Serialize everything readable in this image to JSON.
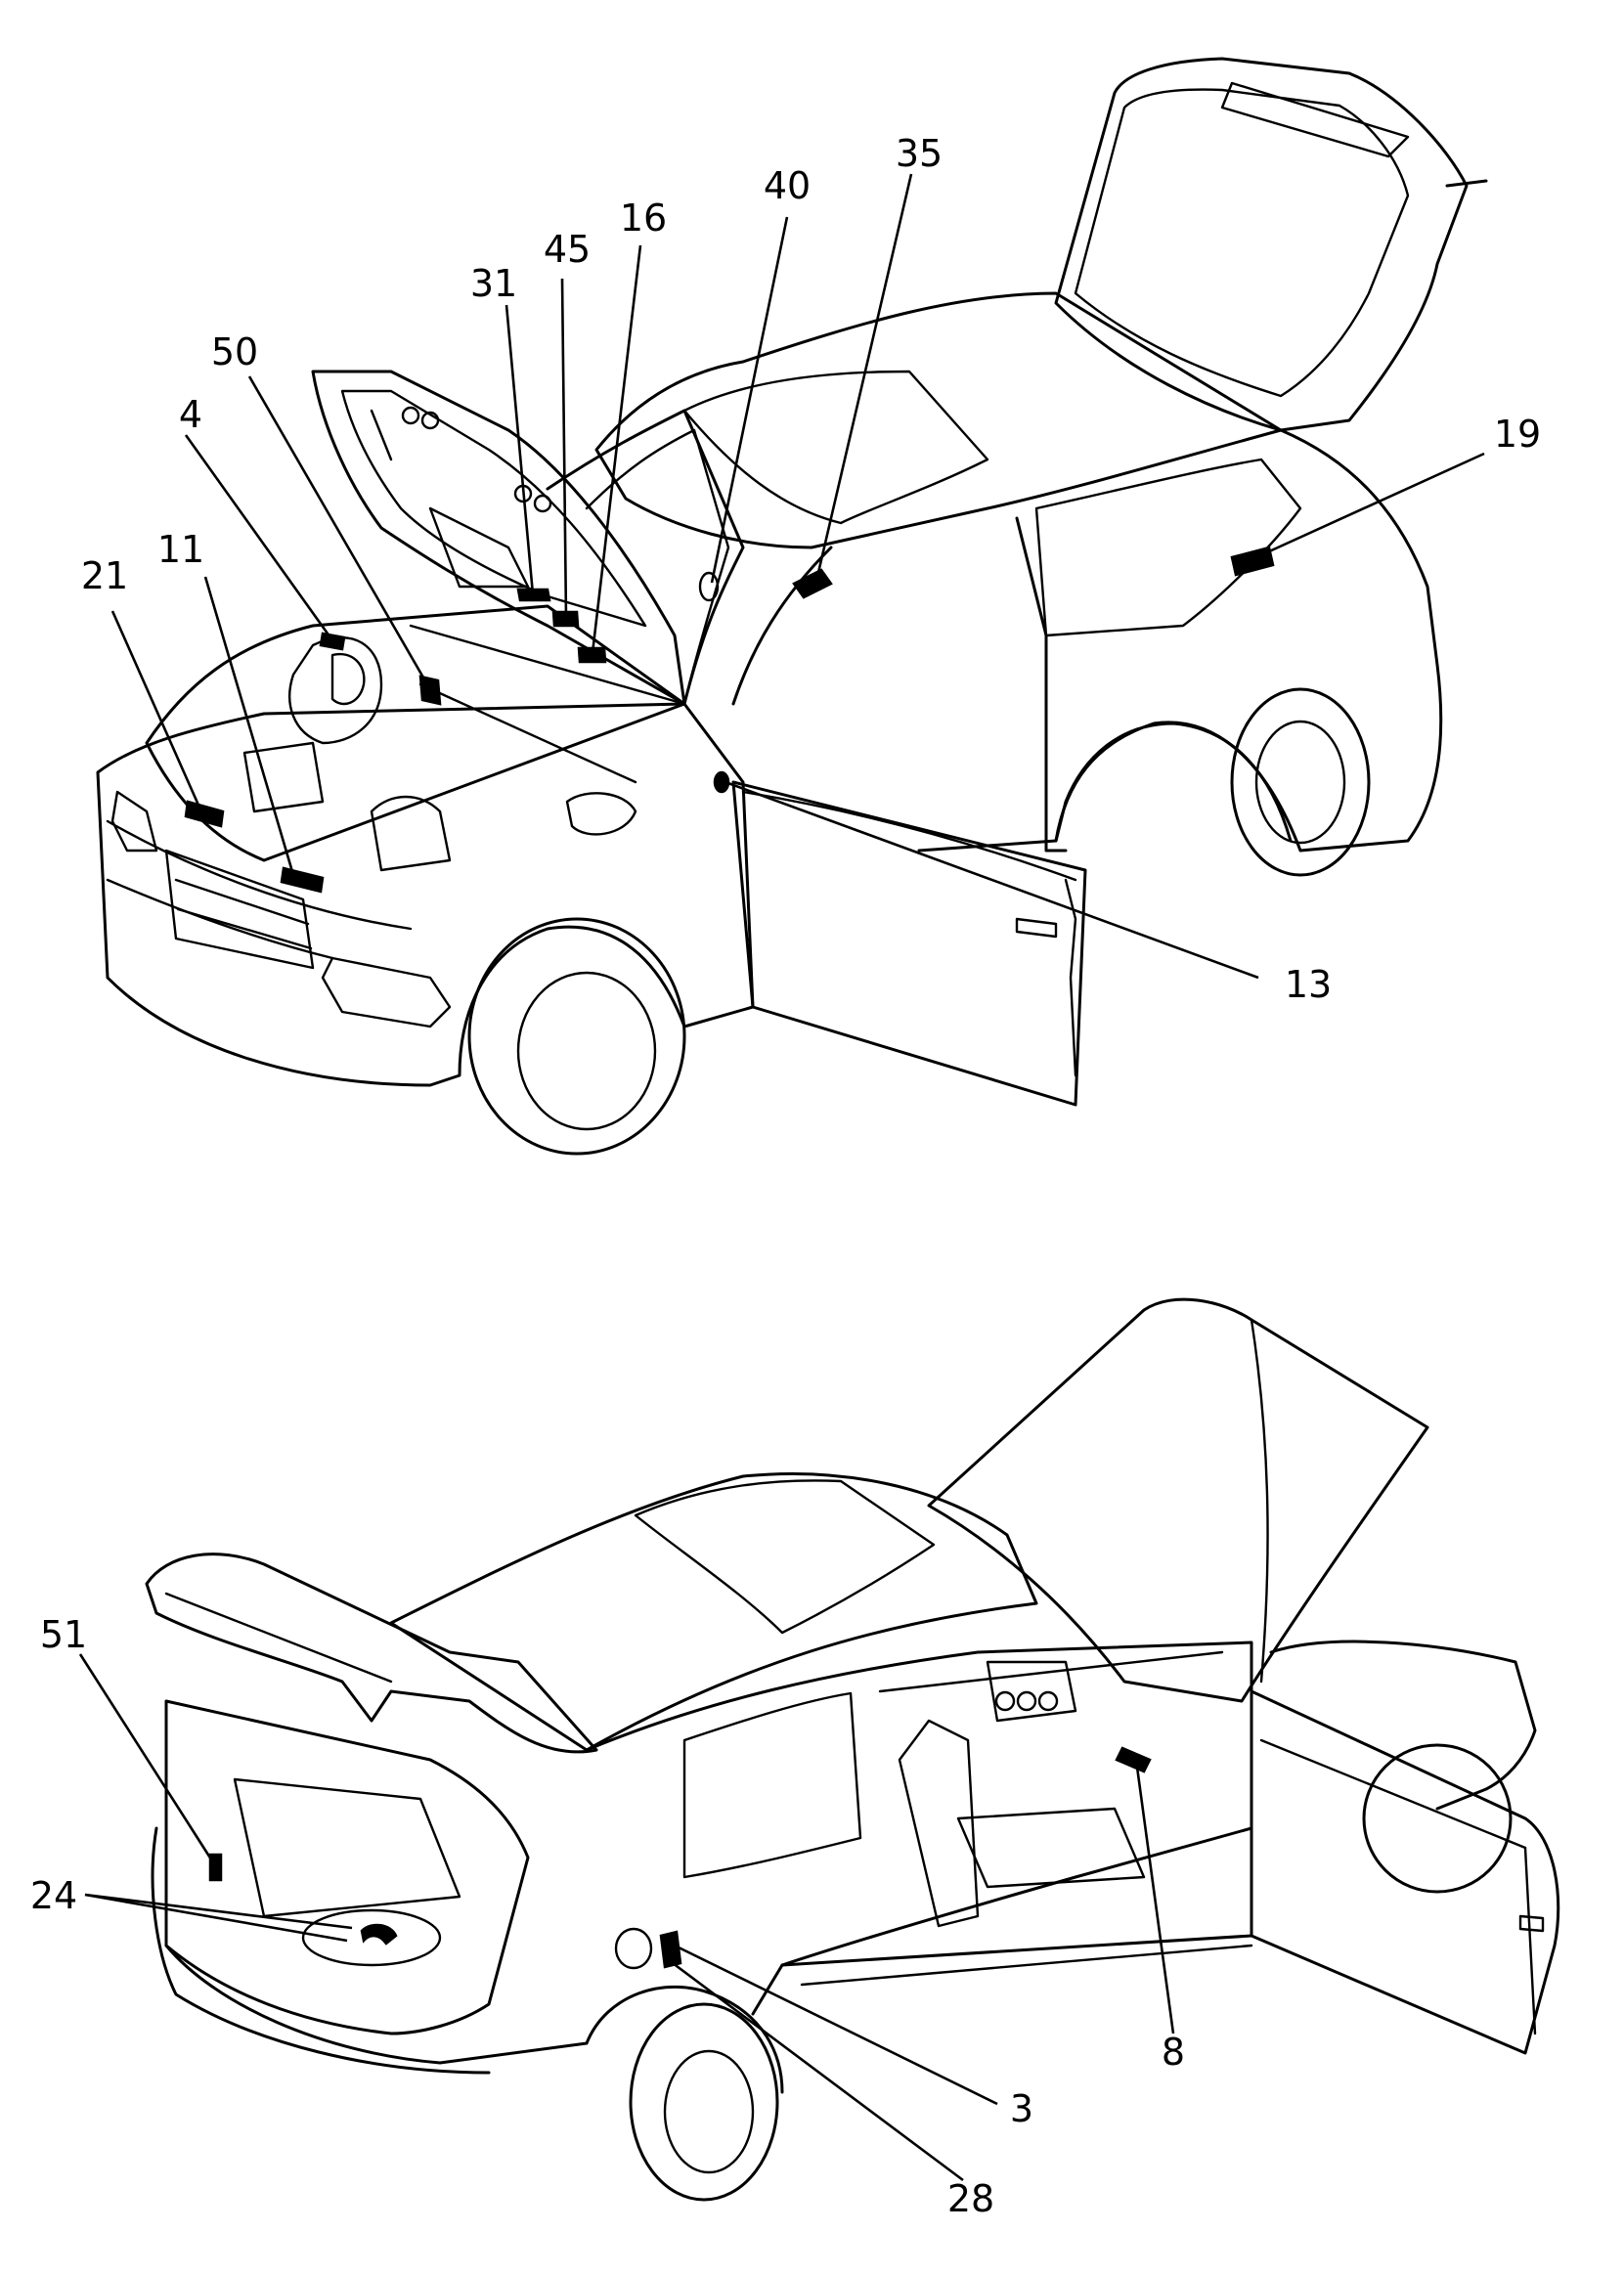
{
  "callouts": {
    "c35": "35",
    "c40": "40",
    "c16": "16",
    "c45": "45",
    "c31": "31",
    "c50": "50",
    "c4": "4",
    "c11": "11",
    "c21": "21",
    "c19": "19",
    "c13": "13",
    "c51": "51",
    "c24": "24",
    "c8": "8",
    "c3": "3",
    "c28": "28"
  },
  "colors": {
    "line": "#000000",
    "background": "#ffffff"
  }
}
